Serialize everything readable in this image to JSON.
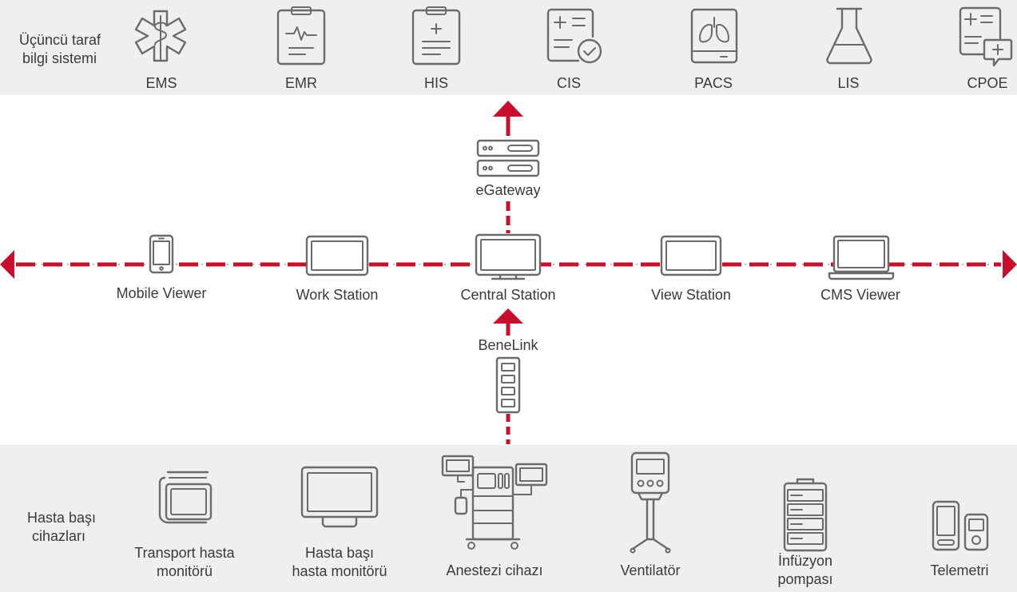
{
  "colors": {
    "accent": "#c8102e",
    "band": "#efefef",
    "icon": "#6b6b6b",
    "text": "#3a3a3a"
  },
  "top_band": {
    "title_line1": "Üçüncü taraf",
    "title_line2": "bilgi sistemi",
    "systems": [
      {
        "label": "EMS",
        "icon": "medical-star-icon"
      },
      {
        "label": "EMR",
        "icon": "clipboard-ecg-icon"
      },
      {
        "label": "HIS",
        "icon": "clipboard-plus-icon"
      },
      {
        "label": "CIS",
        "icon": "document-check-icon"
      },
      {
        "label": "PACS",
        "icon": "lungs-scan-icon"
      },
      {
        "label": "LIS",
        "icon": "flask-icon"
      },
      {
        "label": "CPOE",
        "icon": "order-form-icon"
      }
    ]
  },
  "gateway": {
    "label": "eGateway",
    "icon": "server-icon"
  },
  "network": {
    "nodes": [
      {
        "label": "Mobile Viewer",
        "icon": "smartphone-icon"
      },
      {
        "label": "Work Station",
        "icon": "monitor-icon"
      },
      {
        "label": "Central Station",
        "icon": "central-monitor-icon"
      },
      {
        "label": "View Station",
        "icon": "monitor-icon"
      },
      {
        "label": "CMS Viewer",
        "icon": "laptop-icon"
      }
    ]
  },
  "benelink": {
    "label": "BeneLink",
    "icon": "module-rack-icon"
  },
  "bottom_band": {
    "title_line1": "Hasta başı",
    "title_line2": "cihazları",
    "devices": [
      {
        "line1": "Transport hasta",
        "line2": "monitörü",
        "icon": "transport-monitor-icon"
      },
      {
        "line1": "Hasta başı",
        "line2": "hasta monitörü",
        "icon": "bedside-monitor-icon"
      },
      {
        "line1": "Anestezi cihazı",
        "line2": "",
        "icon": "anesthesia-machine-icon"
      },
      {
        "line1": "Ventilatör",
        "line2": "",
        "icon": "ventilator-icon"
      },
      {
        "line1": "İnfüzyon",
        "line2": "pompası",
        "icon": "infusion-pump-icon"
      },
      {
        "line1": "Telemetri",
        "line2": "",
        "icon": "telemetry-icon"
      }
    ]
  }
}
